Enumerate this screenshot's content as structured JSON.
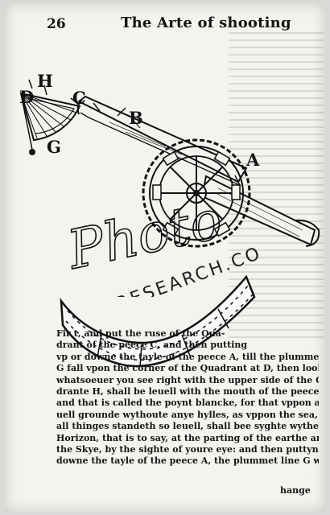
{
  "header": {
    "page_number": "26",
    "running_title": "The Arte of shooting"
  },
  "diagram": {
    "labels": {
      "D": "D",
      "H": "H",
      "C": "C",
      "B": "B",
      "A": "A",
      "G": "G"
    }
  },
  "watermark": {
    "script": "Photo",
    "subtitle": "RESEARCH.CO"
  },
  "body": {
    "lines": [
      "Fir                    t, and put the ruse of the Qua-",
      "drant                  of the peece C, and then putting",
      "vp or downe the tayle of the peece A, till the plummet",
      "G fall vpon the corner of the Quadrant at D, then looke",
      "whatsoeuer you see right with the upper side of the Qua-",
      "drante H, shall be leuell with the mouth of the peece,",
      "and that is called the poynt blancke, for that vppon a le-",
      "uell grounde wythoute anye hylles, as vppon the sea, that",
      "all thinges standeth so leuell, shall bee syghte wythe the",
      "Horizon, that is to say, at the parting of the earthe and",
      "the Skye, by the sighte of youre eye: and then puttyng",
      "downe the tayle of the peece A, the plummet line G wyll"
    ],
    "catchword": "hange"
  }
}
